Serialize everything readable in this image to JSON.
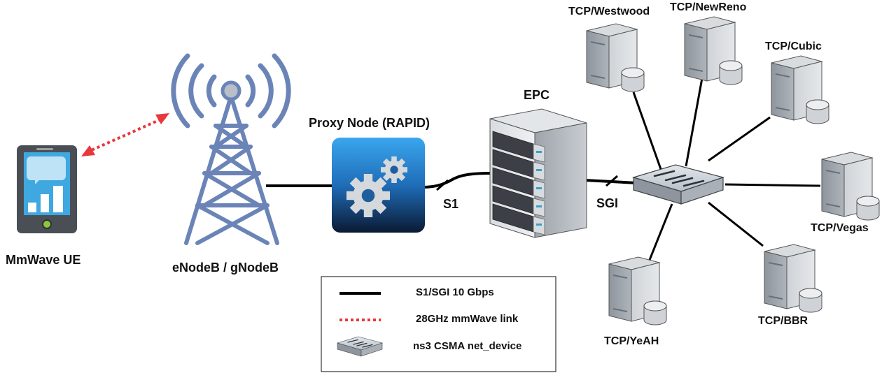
{
  "labels": {
    "ue": "MmWave UE",
    "enb": "eNodeB / gNodeB",
    "proxy": "Proxy Node (RAPID)",
    "epc": "EPC",
    "s1": "S1",
    "sgi": "SGI"
  },
  "servers": [
    {
      "id": "westwood",
      "label": "TCP/Westwood"
    },
    {
      "id": "newreno",
      "label": "TCP/NewReno"
    },
    {
      "id": "cubic",
      "label": "TCP/Cubic"
    },
    {
      "id": "vegas",
      "label": "TCP/Vegas"
    },
    {
      "id": "bbr",
      "label": "TCP/BBR"
    },
    {
      "id": "yeah",
      "label": "TCP/YeAH"
    }
  ],
  "legend": {
    "solid": "S1/SGI  10 Gbps",
    "dotted": "28GHz mmWave link",
    "device": "ns3 CSMA net_device"
  },
  "colors": {
    "link": "#000000",
    "mmwave": "#e8383d",
    "tower": "#6b84b8",
    "phone_body": "#4a4f56",
    "phone_screen": "#3fa8e0",
    "proxy_top": "#39a0e6",
    "proxy_bottom": "#0b1d3a",
    "server_body": "#9aa1a9",
    "switch_body": "#c9ced6"
  }
}
